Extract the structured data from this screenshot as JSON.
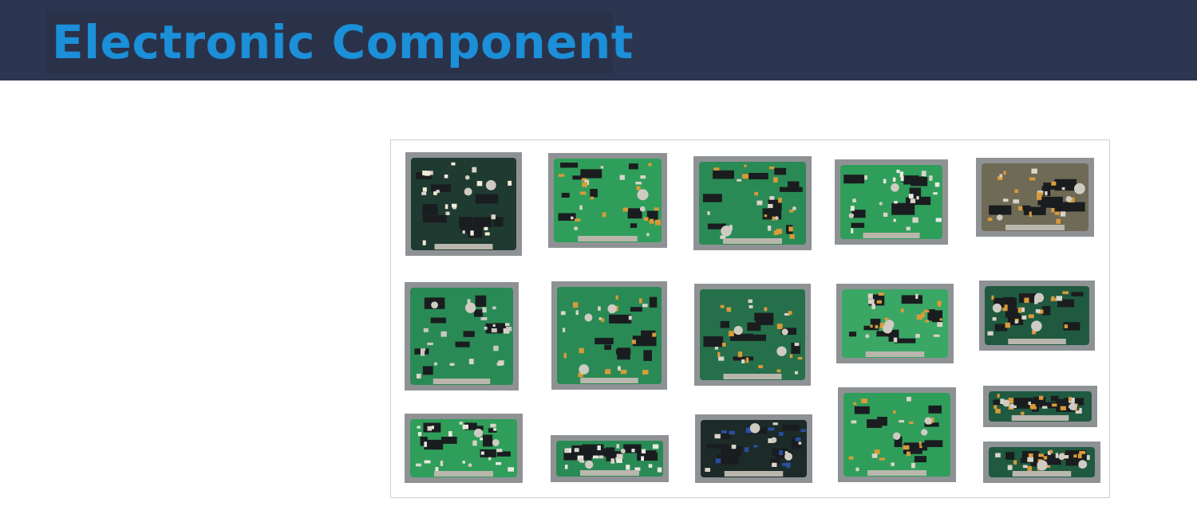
{
  "header": {
    "title": "Electronic Component"
  },
  "gallery": {
    "boards": [
      {
        "name": "board-1",
        "board": "#1f3a30",
        "accent": "#f2ecd8"
      },
      {
        "name": "board-2",
        "board": "#2f9e5a",
        "accent": "#d89a3a"
      },
      {
        "name": "board-3",
        "board": "#2a8a55",
        "accent": "#d89a3a"
      },
      {
        "name": "board-4",
        "board": "#2f9e5a",
        "accent": "#e8e8e0"
      },
      {
        "name": "board-5",
        "board": "#6f6a55",
        "accent": "#d89a3a"
      },
      {
        "name": "board-6",
        "board": "#2a8a55",
        "accent": "#c8c8c0"
      },
      {
        "name": "board-7",
        "board": "#2a8a55",
        "accent": "#d89a3a"
      },
      {
        "name": "board-8",
        "board": "#25704a",
        "accent": "#d89a3a"
      },
      {
        "name": "board-9",
        "board": "#3aa765",
        "accent": "#d89a3a"
      },
      {
        "name": "board-10",
        "board": "#1f5a40",
        "accent": "#d89a3a"
      },
      {
        "name": "board-11",
        "board": "#2f9e5a",
        "accent": "#e8e8e0"
      },
      {
        "name": "board-12",
        "board": "#2a8a55",
        "accent": "#e8e8e0"
      },
      {
        "name": "board-13",
        "board": "#1c2a28",
        "accent": "#2a4ea0"
      },
      {
        "name": "board-14",
        "board": "#2f9e5a",
        "accent": "#d89a3a"
      },
      {
        "name": "board-15",
        "board": "#1f5a40",
        "accent": "#d89a3a"
      },
      {
        "name": "board-16",
        "board": "#1f5a40",
        "accent": "#d89a3a"
      }
    ]
  }
}
